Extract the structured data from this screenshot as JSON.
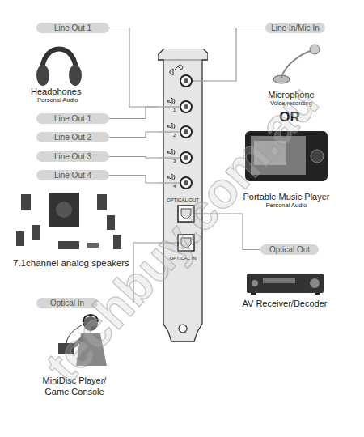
{
  "diagram": {
    "nodes": [
      {
        "text": [
          "Line Out 1"
        ]
      },
      {
        "text": [
          "Line In/Mic In"
        ]
      },
      {
        "text": [
          "Line Out 1"
        ]
      },
      {
        "text": [
          "Line Out 2"
        ]
      },
      {
        "text": [
          "Line Out 3"
        ]
      },
      {
        "text": [
          "Line Out 4"
        ]
      },
      {
        "text": [
          "OPTICAL OUT",
          "OPTICAL IN"
        ]
      },
      {
        "text": [
          "Optical Out"
        ]
      },
      {
        "text": [
          "Optical In"
        ]
      }
    ],
    "edges": [
      {
        "from": 0,
        "to": 6,
        "arrow": "none"
      },
      {
        "from": 1,
        "to": 6,
        "arrow": "none"
      },
      {
        "from": 2,
        "to": 6,
        "arrow": "none"
      },
      {
        "from": 3,
        "to": 6,
        "arrow": "none"
      },
      {
        "from": 4,
        "to": 6,
        "arrow": "none"
      },
      {
        "from": 5,
        "to": 6,
        "arrow": "none"
      },
      {
        "from": 7,
        "to": 6,
        "arrow": "none"
      },
      {
        "from": 8,
        "to": 6,
        "arrow": "none"
      }
    ],
    "labels": [
      "Headphones",
      "Personal Audio",
      "Microphone",
      "Voice recording",
      "OR",
      "Portable Music Player",
      "Personal Audio",
      "1",
      "2",
      "3",
      "4",
      "7.1channel analog speakers",
      "AV Receiver/Decoder",
      "MiniDisc Player/ Game Console",
      "techbuy.com.au"
    ]
  }
}
